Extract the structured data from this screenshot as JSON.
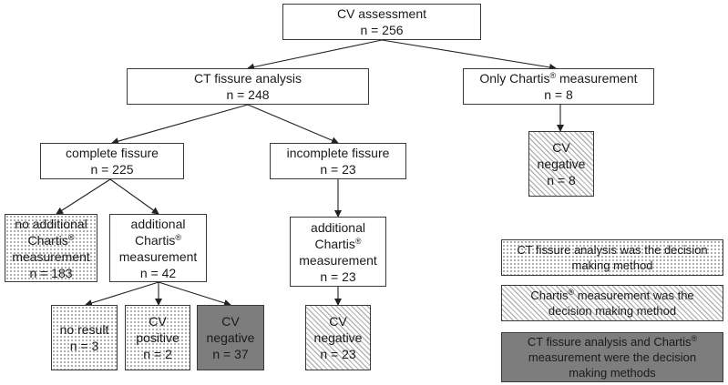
{
  "nodes": {
    "cv_assessment": {
      "title": "CV assessment",
      "n": "n = 256"
    },
    "ct_fissure": {
      "title": "CT fissure analysis",
      "n": "n = 248"
    },
    "only_chartis": {
      "title_pre": "Only Chartis",
      "sup": "®",
      "title_post": " measurement",
      "n": "n = 8"
    },
    "cv_negative_only": {
      "l1": "CV",
      "l2": "negative",
      "n": "n = 8"
    },
    "complete_fissure": {
      "title": "complete fissure",
      "n": "n = 225"
    },
    "incomplete_fissure": {
      "title": "incomplete fissure",
      "n": "n = 23"
    },
    "no_additional": {
      "l1": "no additional",
      "l2": "Chartis",
      "sup": "®",
      "l3": "measurement",
      "n": "n = 183"
    },
    "additional_complete": {
      "l1": "additional",
      "l2": "Chartis",
      "sup": "®",
      "l3": "measurement",
      "n": "n = 42"
    },
    "additional_incomplete": {
      "l1": "additional",
      "l2": "Chartis",
      "sup": "®",
      "l3": "measurement",
      "n": "n = 23"
    },
    "no_result": {
      "l1": "no result",
      "n": "n = 3"
    },
    "cv_positive": {
      "l1": "CV",
      "l2": "positive",
      "n": "n = 2"
    },
    "cv_negative_37": {
      "l1": "CV",
      "l2": "negative",
      "n": "n = 37"
    },
    "cv_negative_23": {
      "l1": "CV",
      "l2": "negative",
      "n": "n = 23"
    }
  },
  "legend": {
    "dotted": {
      "l1": "CT fissure analysis was the decision",
      "l2": "making method"
    },
    "hatched": {
      "l1_pre": "Chartis",
      "sup": "®",
      "l1_post": " measurement was the",
      "l2": "decision making method"
    },
    "solid": {
      "l1_pre": "CT fissure analysis and Chartis",
      "sup": "®",
      "l2": "measurement were the decision",
      "l3": "making methods"
    }
  },
  "colors": {
    "border": "#3a3a3a",
    "pattern": "#9a9a9a",
    "solid_fill": "#7d7d7d"
  }
}
